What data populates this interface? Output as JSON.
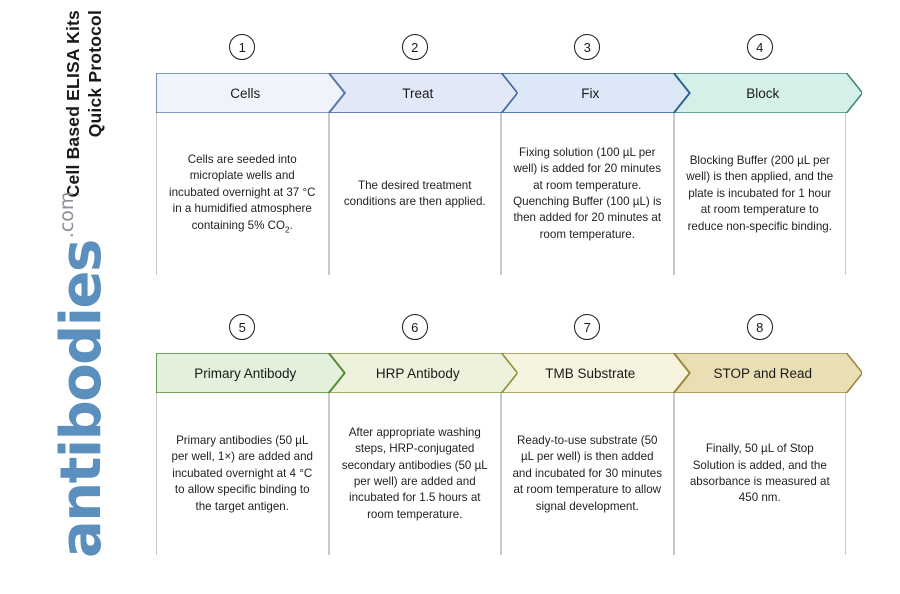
{
  "title": {
    "line1": "Cell Based ELISA Kits",
    "line2": "Quick Protocol"
  },
  "logo": {
    "name": "antibodies",
    "tld": ".com",
    "brand_color": "#5b8fbd",
    "tld_color": "#8a9099"
  },
  "rows": [
    {
      "id": "row1",
      "steps": [
        {
          "number": "1",
          "label": "Cells",
          "fill": "#f0f4fa",
          "stroke": "#5a7fa8",
          "description": "Cells are seeded into microplate wells and incubated overnight at 37 °C in a humidified atmosphere containing 5% CO",
          "description_sub": "2",
          "description_tail": "."
        },
        {
          "number": "2",
          "label": "Treat",
          "fill": "#e2e8f8",
          "stroke": "#3b5fa0",
          "description": "The desired treatment conditions are then applied."
        },
        {
          "number": "3",
          "label": "Fix",
          "fill": "#dce8f7",
          "stroke": "#2f5b94",
          "description": "Fixing solution (100 µL per well) is added for 20 minutes at room temperature. Quenching Buffer (100 µL) is then added for 20 minutes at room temperature."
        },
        {
          "number": "4",
          "label": "Block",
          "fill": "#d5f0e8",
          "stroke": "#3e8b79",
          "description": "Blocking Buffer (200 µL per well) is then applied, and the plate is incubated for 1 hour at room temperature to reduce non-specific binding."
        }
      ]
    },
    {
      "id": "row2",
      "steps": [
        {
          "number": "5",
          "label": "Primary Antibody",
          "fill": "#e2f0dc",
          "stroke": "#4e8b35",
          "description": "Primary antibodies (50 µL per well, 1×) are added and incubated overnight at 4 °C to allow specific binding to the target antigen."
        },
        {
          "number": "6",
          "label": "HRP Antibody",
          "fill": "#edf2dc",
          "stroke": "#8a8f33",
          "description": "After appropriate washing steps, HRP-conjugated secondary antibodies (50 µL per well) are added and incubated for 1.5 hours at room temperature."
        },
        {
          "number": "7",
          "label": "TMB Substrate",
          "fill": "#f6f4de",
          "stroke": "#9a8a3a",
          "description": "Ready-to-use substrate (50 µL per well) is then added and incubated for 30 minutes at room temperature to allow signal development."
        },
        {
          "number": "8",
          "label": "STOP and Read",
          "fill": "#eadfb4",
          "stroke": "#9c8540",
          "description": "Finally, 50 µL of Stop Solution is added, and the absorbance is measured at 450 nm."
        }
      ]
    }
  ]
}
